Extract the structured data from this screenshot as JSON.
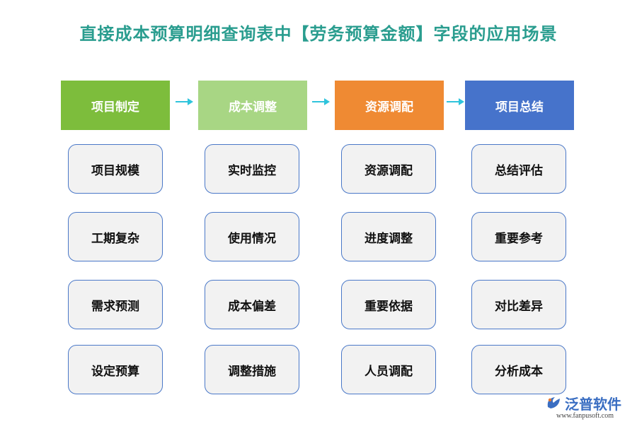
{
  "title": "直接成本预算明细查询表中【劳务预算金额】字段的应用场景",
  "columns": [
    {
      "header": "项目制定",
      "color": "#7dbd3c",
      "items": [
        "项目规模",
        "工期复杂",
        "需求预测",
        "设定预算"
      ]
    },
    {
      "header": "成本调整",
      "color": "#a8d684",
      "items": [
        "实时监控",
        "使用情况",
        "成本偏差",
        "调整措施"
      ]
    },
    {
      "header": "资源调配",
      "color": "#ef8a33",
      "items": [
        "资源调配",
        "进度调整",
        "重要依据",
        "人员调配"
      ]
    },
    {
      "header": "项目总结",
      "color": "#4673cb",
      "items": [
        "总结评估",
        "重要参考",
        "对比差异",
        "分析成本"
      ]
    }
  ],
  "logo": {
    "name": "泛普软件",
    "url": "www.fanpusoft.com",
    "icon": "fanpu-logo-icon"
  }
}
